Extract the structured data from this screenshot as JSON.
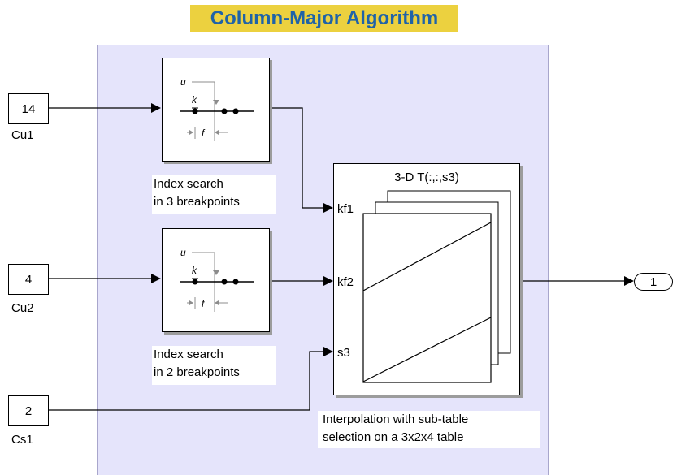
{
  "title": "Column-Major Algorithm",
  "constants": [
    {
      "value": "14",
      "name": "Cu1"
    },
    {
      "value": "4",
      "name": "Cu2"
    },
    {
      "value": "2",
      "name": "Cs1"
    }
  ],
  "prelookup_icon": {
    "u": "u",
    "k": "k",
    "f": "f"
  },
  "prelookups": [
    {
      "caption_line1": "Index search",
      "caption_line2": "in 3  breakpoints"
    },
    {
      "caption_line1": "Index search",
      "caption_line2": "in 2  breakpoints"
    }
  ],
  "interpolation": {
    "table_label": "3-D T(:,:,s3)",
    "ports": [
      "kf1",
      "kf2",
      "s3"
    ],
    "caption_line1": "Interpolation with sub-table",
    "caption_line2": "selection on a 3x2x4 table"
  },
  "outport": {
    "value": "1"
  },
  "colors": {
    "title_bg": "#ecd13f",
    "title_text": "#1f63a8",
    "area_bg": "#e5e4fb",
    "icon_gray": "#8c8c8c"
  }
}
